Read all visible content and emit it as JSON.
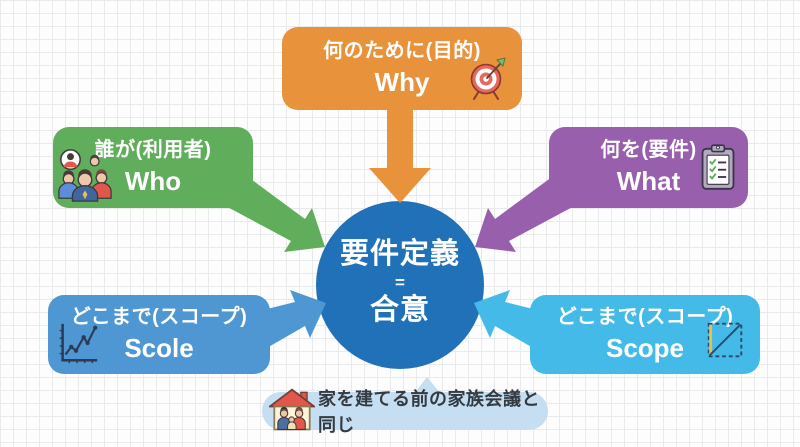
{
  "center": {
    "title": "要件定義",
    "equals": "=",
    "subtitle": "合意",
    "color": "#2171b8",
    "text_color": "#ffffff"
  },
  "nodes": [
    {
      "id": "why",
      "jp_label": "何のために(目的)",
      "en_label": "Why",
      "color": "#e8933c",
      "icon": "target-icon",
      "position": "top"
    },
    {
      "id": "who",
      "jp_label": "誰が(利用者)",
      "en_label": "Who",
      "color": "#60ae5b",
      "icon": "people-icon",
      "position": "upper-left"
    },
    {
      "id": "what",
      "jp_label": "何を(要件)",
      "en_label": "What",
      "color": "#985fad",
      "icon": "clipboard-icon",
      "position": "upper-right"
    },
    {
      "id": "scole",
      "jp_label": "どこまで(スコープ)",
      "en_label": "Scole",
      "color": "#4e97d2",
      "icon": "line-chart-icon",
      "position": "lower-left"
    },
    {
      "id": "scope",
      "jp_label": "どこまで(スコープ)",
      "en_label": "Scope",
      "color": "#44bae8",
      "icon": "ruler-icon",
      "position": "lower-right"
    }
  ],
  "caption": {
    "text": "家を建てる前の家族会議と同じ",
    "bg_color": "#c5def1",
    "text_color": "#333a40",
    "icon": "house-icon"
  }
}
